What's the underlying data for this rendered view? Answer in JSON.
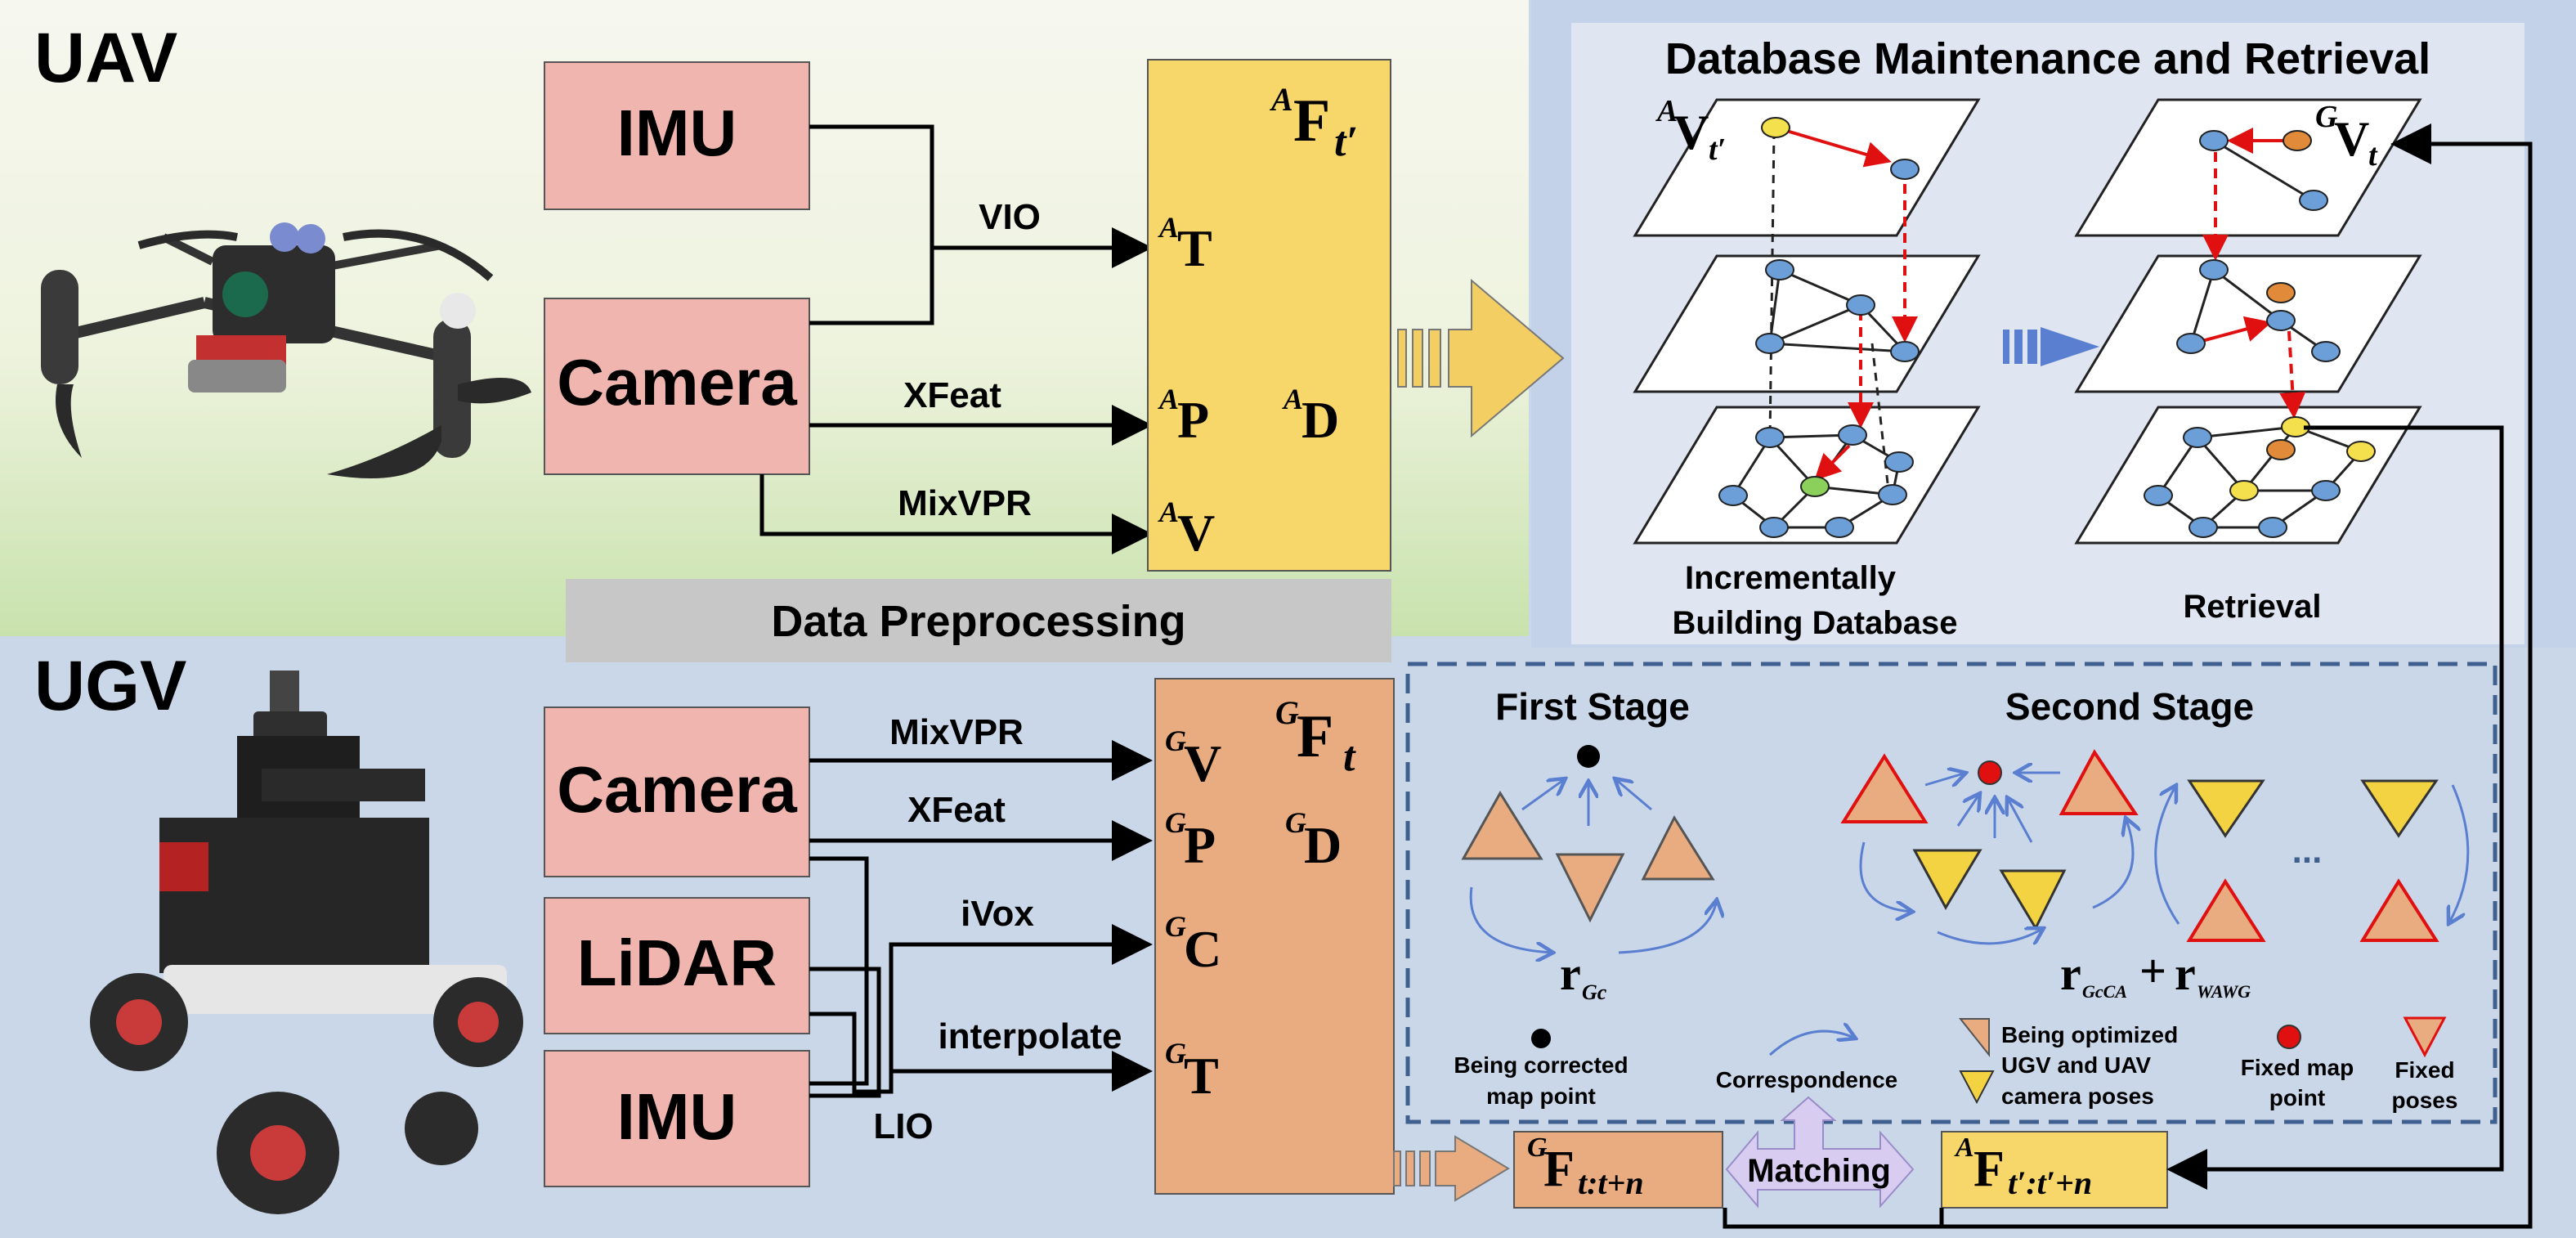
{
  "sections": {
    "uav": "UAV",
    "ugv": "UGV",
    "preprocessing": "Data Preprocessing",
    "database_title": "Database Maintenance and Retrieval"
  },
  "uav": {
    "sensors": [
      "IMU",
      "Camera"
    ],
    "edges": {
      "vio": "VIO",
      "xfeat": "XFeat",
      "mixvpr": "MixVPR"
    },
    "frame": {
      "title_sup": "A",
      "title": "F",
      "title_sub": "t′",
      "T": "T",
      "P": "P",
      "D": "D",
      "V": "V",
      "sup": "A"
    }
  },
  "ugv": {
    "sensors": [
      "Camera",
      "LiDAR",
      "IMU"
    ],
    "edges": {
      "mixvpr": "MixVPR",
      "xfeat": "XFeat",
      "ivox": "iVox",
      "interpolate": "interpolate",
      "lio": "LIO"
    },
    "frame": {
      "title_sup": "G",
      "title": "F",
      "title_sub": "t",
      "V": "V",
      "P": "P",
      "D": "D",
      "C": "C",
      "T": "T",
      "sup": "G"
    }
  },
  "database": {
    "left_label_sup": "A",
    "left_label": "V",
    "left_label_sub": "t′",
    "right_label_sup": "G",
    "right_label": "V",
    "right_label_sub": "t",
    "caption_left_1": "Incrementally",
    "caption_left_2": "Building Database",
    "caption_right": "Retrieval"
  },
  "optimization": {
    "first_stage": "First Stage",
    "second_stage": "Second Stage",
    "r1": "r",
    "r1_sub": "Gc",
    "r2a": "r",
    "r2a_sub": "GcCA",
    "plus": "+",
    "r2b": "r",
    "r2b_sub": "WAWG",
    "dots": "...",
    "legend": {
      "corrected_1": "Being corrected",
      "corrected_2": "map point",
      "correspondence": "Correspondence",
      "optimized_1": "Being optimized",
      "optimized_2": "UGV and UAV",
      "optimized_3": "camera poses",
      "fixed_map_1": "Fixed map",
      "fixed_map_2": "point",
      "fixed_poses_1": "Fixed",
      "fixed_poses_2": "poses"
    }
  },
  "matching": {
    "label": "Matching",
    "g_sup": "G",
    "g": "F",
    "g_sub": "t:t+n",
    "a_sup": "A",
    "a": "F",
    "a_sub": "t′:t′+n"
  },
  "colors": {
    "sensor_box": "#f0b5ae",
    "uav_frame": "#f7d66a",
    "ugv_frame": "#e9ac80",
    "uav_bg_top": "#f4f6ea",
    "uav_bg_bottom": "#cfe6b4",
    "ugv_bg": "#cad7e9",
    "db_bg": "#dfe6f1",
    "node": "#6c9fd8",
    "arrow_red": "#e01010",
    "arrow_blue": "#5a7fd0"
  },
  "icons": [
    "uav-drone-icon",
    "ugv-robot-icon"
  ]
}
